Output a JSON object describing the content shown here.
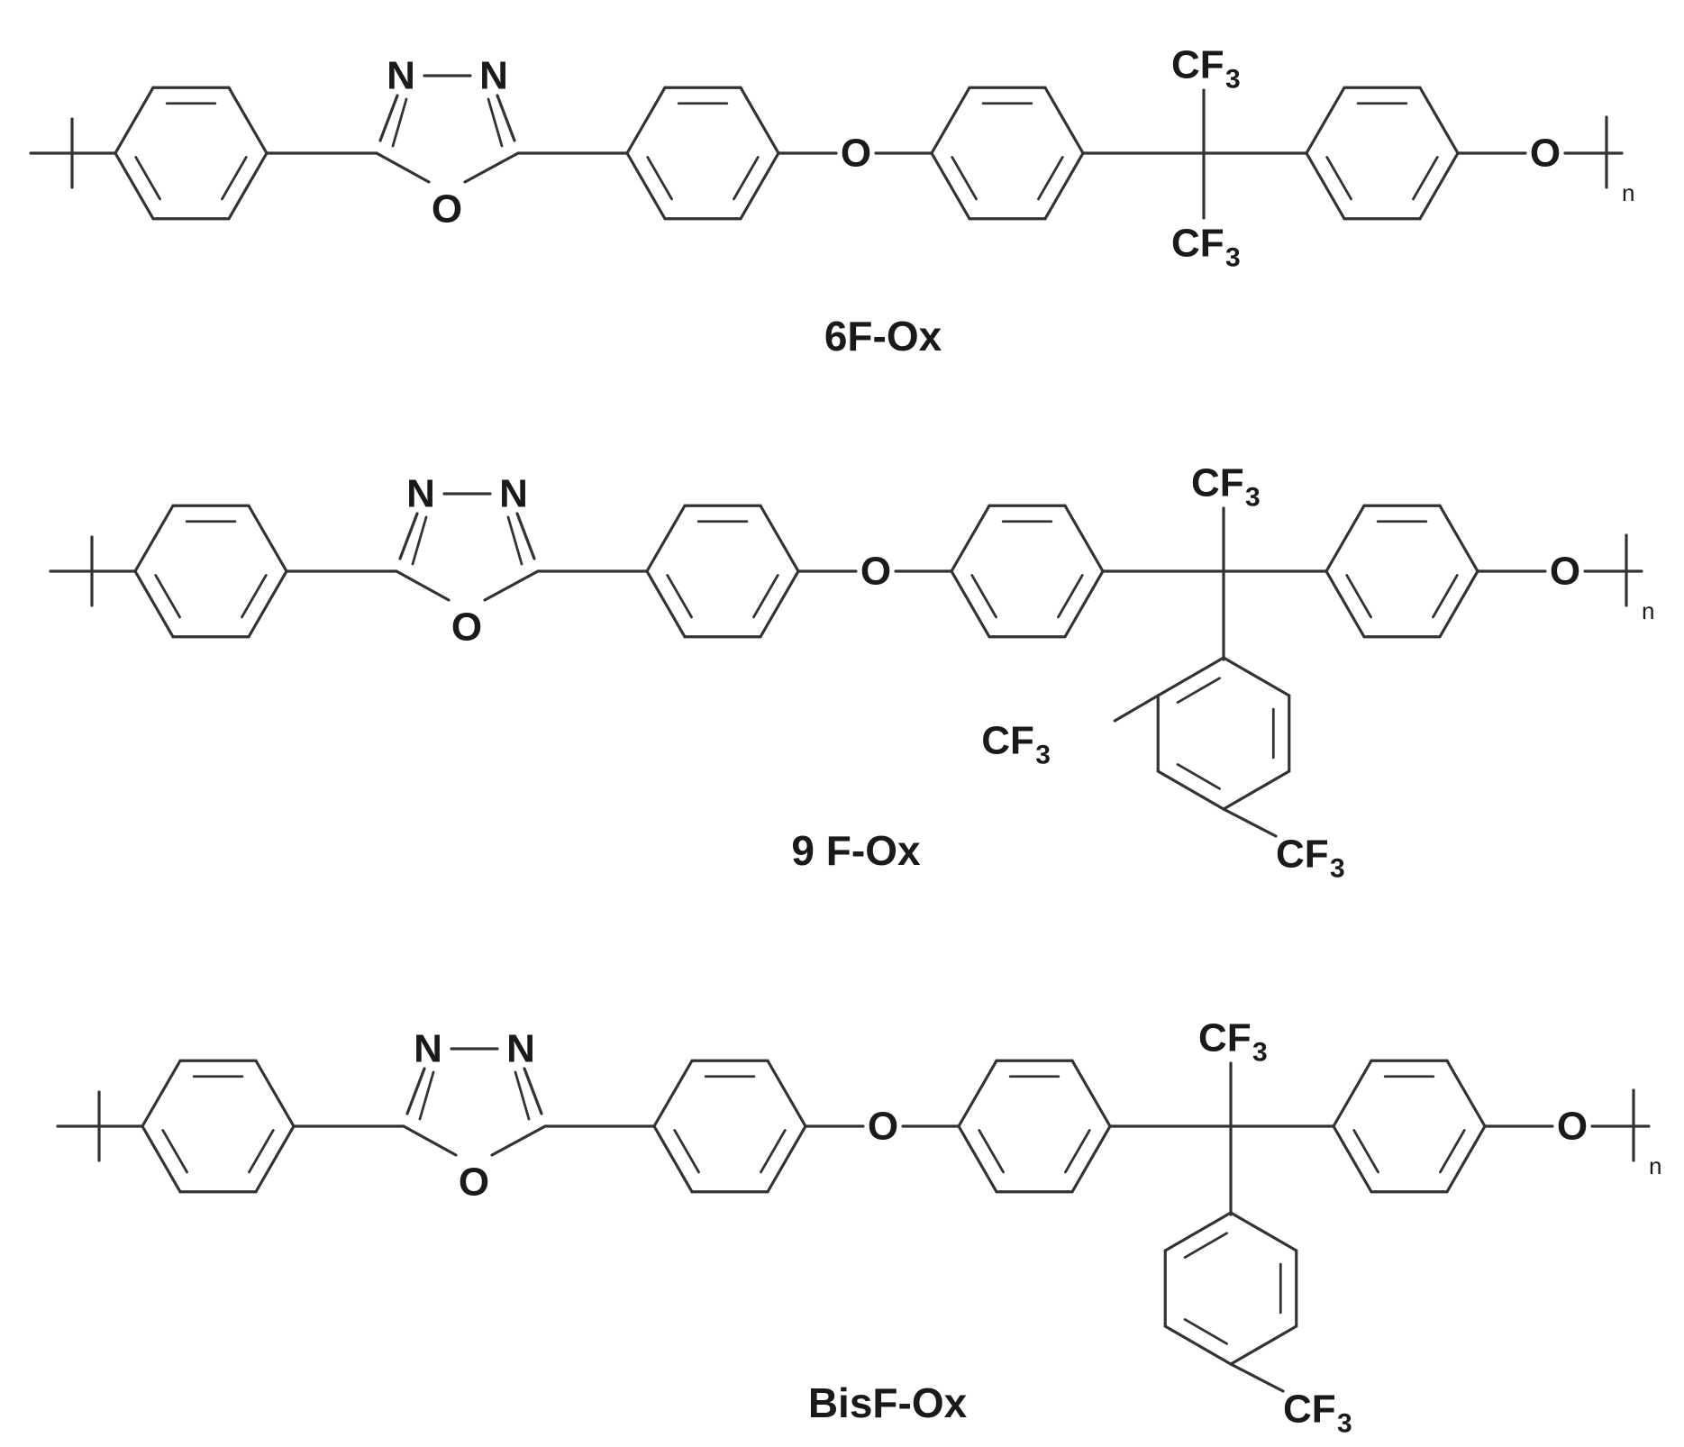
{
  "structures": [
    {
      "name": "6F-Ox",
      "linker": "6F",
      "atoms": {
        "n1": "N",
        "n2": "N",
        "o_ring": "O",
        "o_ether1": "O",
        "o_ether2": "O",
        "cf_top": "CF",
        "cf_bottom": "CF",
        "sub3": "3",
        "repeat": "n"
      }
    },
    {
      "name": "9 F-Ox",
      "linker": "9F",
      "atoms": {
        "n1": "N",
        "n2": "N",
        "o_ring": "O",
        "o_ether1": "O",
        "o_ether2": "O",
        "cf_top": "CF",
        "cf_left": "CF",
        "cf_right": "CF",
        "sub3": "3",
        "repeat": "n"
      }
    },
    {
      "name": "BisF-Ox",
      "linker": "BisF",
      "atoms": {
        "n1": "N",
        "n2": "N",
        "o_ring": "O",
        "o_ether1": "O",
        "o_ether2": "O",
        "cf_top": "CF",
        "cf_right": "CF",
        "sub3": "3",
        "repeat": "n"
      }
    }
  ]
}
